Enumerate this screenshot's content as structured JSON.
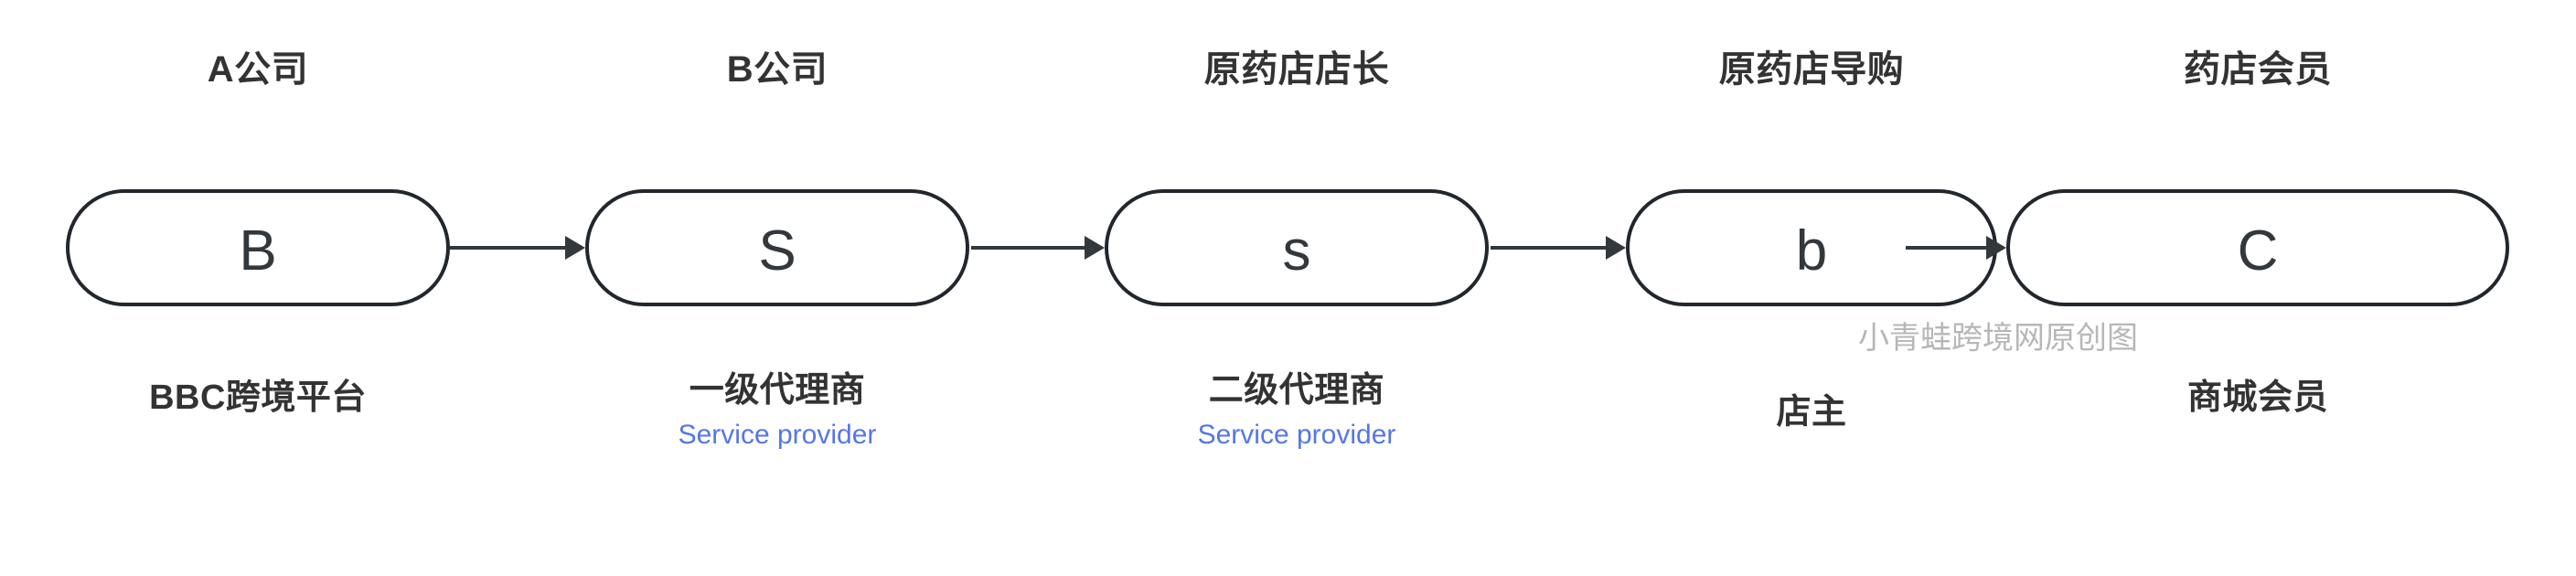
{
  "diagram": {
    "title_text": "",
    "background_color": "#ffffff",
    "node_border_color": "#22272e",
    "label_color": "#333333",
    "accent_color": "#5577e5",
    "watermark_color": "#b7b7b7"
  },
  "nodes": [
    {
      "top_label": "A公司",
      "letter": "B",
      "sub_label": "BBC跨境平台",
      "sub_en": ""
    },
    {
      "top_label": "B公司",
      "letter": "S",
      "sub_label": "一级代理商",
      "sub_en": "Service provider"
    },
    {
      "top_label": "原药店店长",
      "letter": "s",
      "sub_label": "二级代理商",
      "sub_en": "Service provider"
    },
    {
      "top_label": "原药店导购",
      "letter": "b",
      "sub_label": "店主",
      "sub_en": ""
    },
    {
      "top_label": "药店会员",
      "letter": "C",
      "sub_label": "商城会员",
      "sub_en": ""
    }
  ],
  "watermark": {
    "text": "小青蛙跨境网原创图"
  }
}
